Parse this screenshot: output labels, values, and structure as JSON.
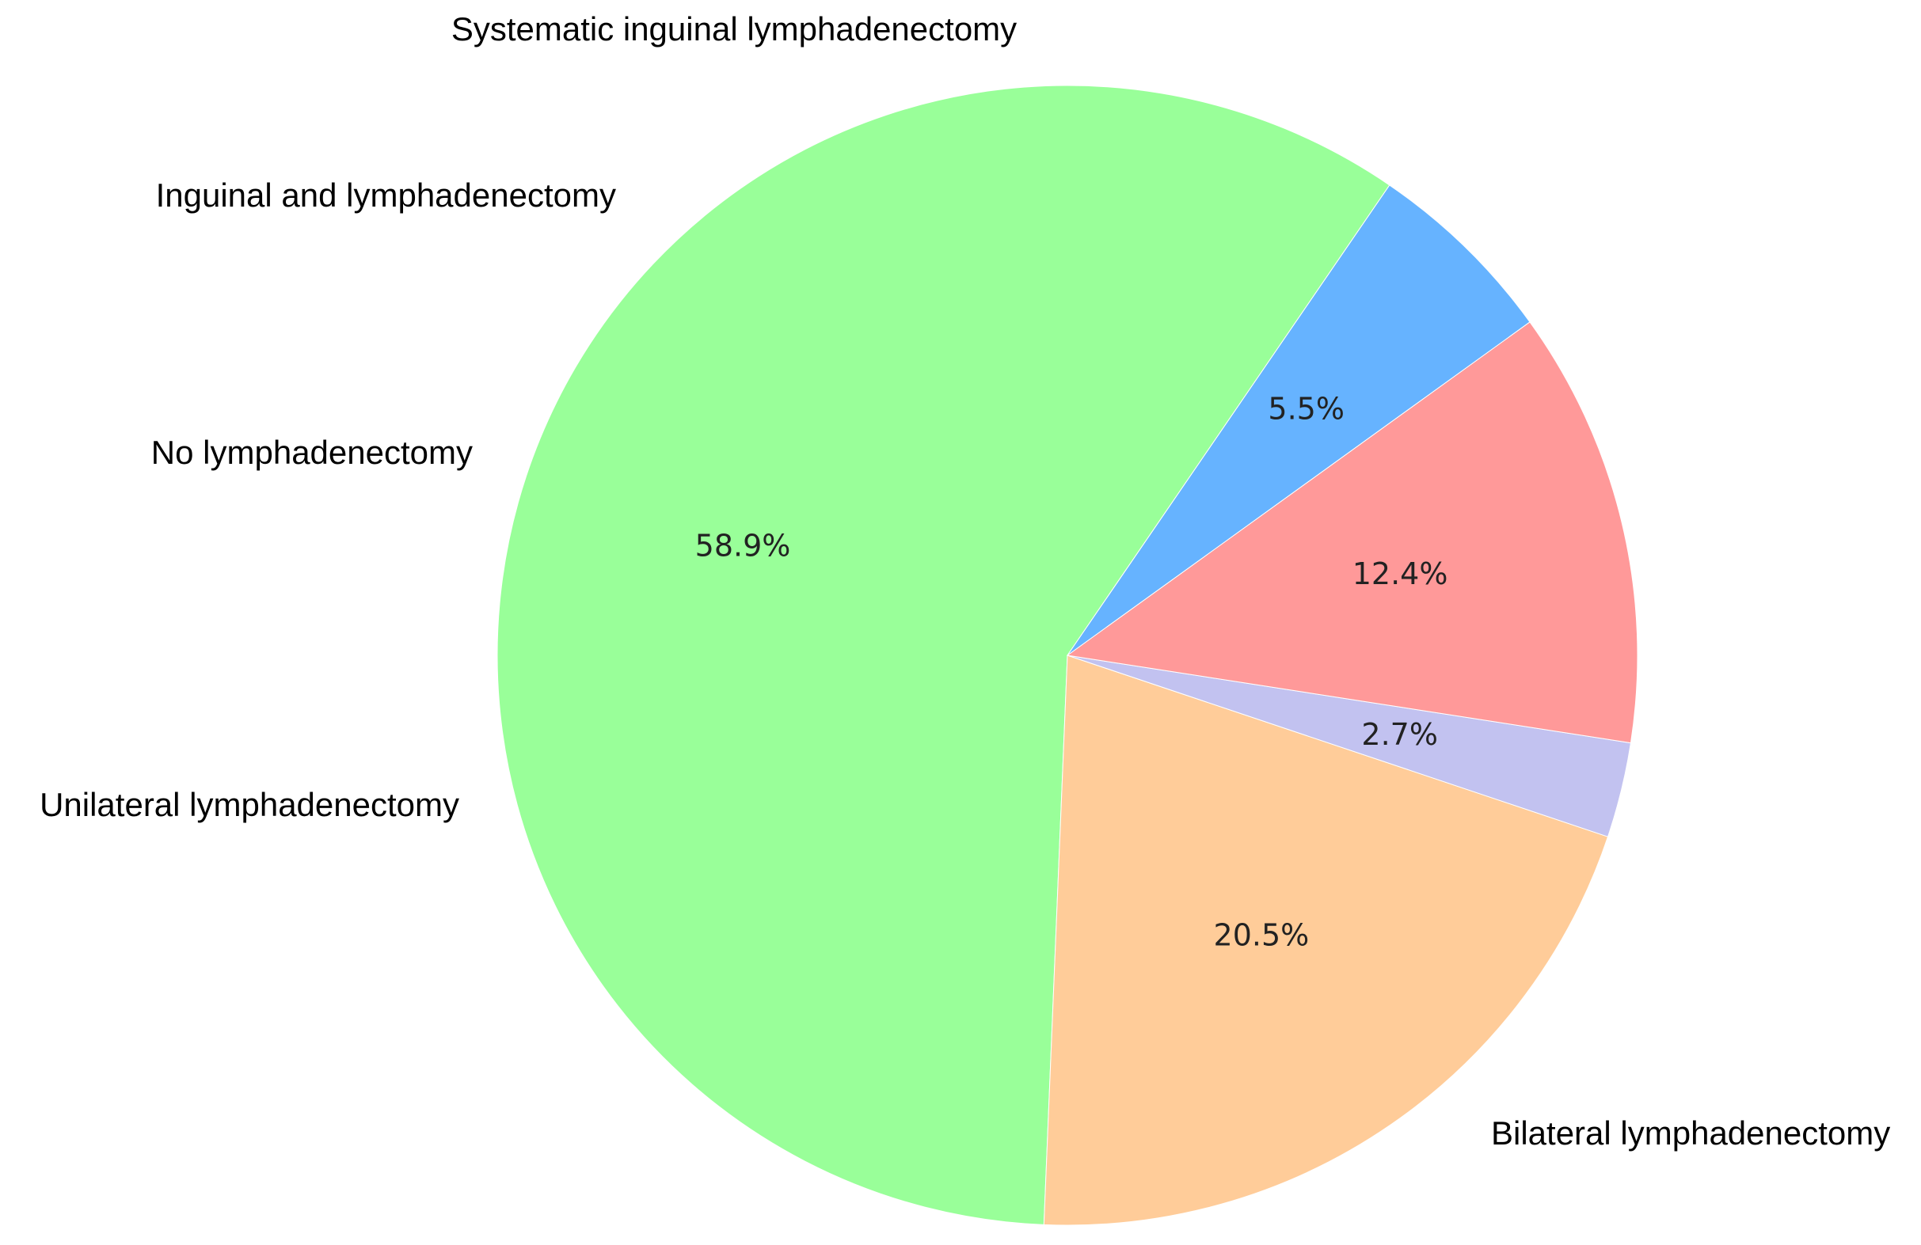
{
  "chart_data": {
    "type": "pie",
    "slices": [
      {
        "label": "Bilateral lymphadenectomy",
        "value": 58.9,
        "pct_label": "58.9%",
        "color": "#99ff99"
      },
      {
        "label": "Systematic inguinal lymphadenectomy",
        "value": 20.5,
        "pct_label": "20.5%",
        "color": "#ffcc99"
      },
      {
        "label": "Inguinal and lymphadenectomy",
        "value": 2.7,
        "pct_label": "2.7%",
        "color": "#c2c2f0"
      },
      {
        "label": "No lymphadenectomy",
        "value": 12.4,
        "pct_label": "12.4%",
        "color": "#ff9999"
      },
      {
        "label": "Unilateral lymphadenectomy",
        "value": 5.5,
        "pct_label": "5.5%",
        "color": "#66b3ff"
      }
    ],
    "legend": "none"
  }
}
